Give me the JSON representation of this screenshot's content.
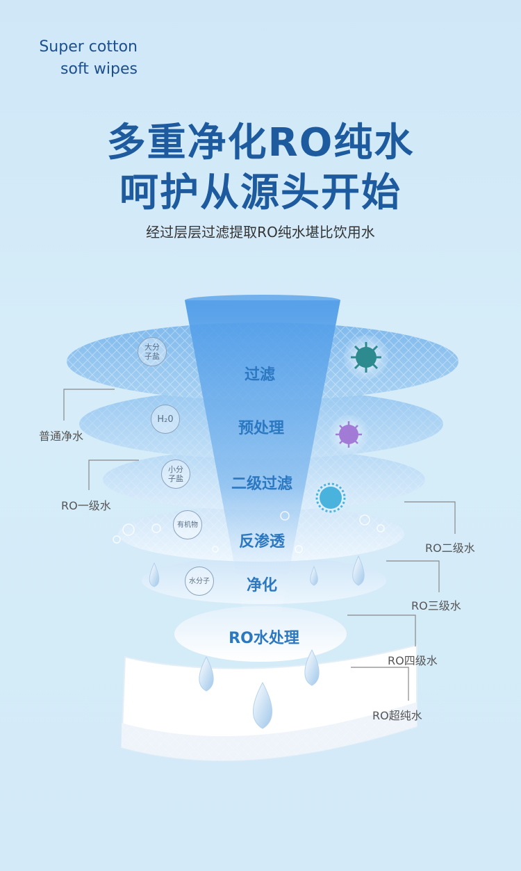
{
  "brand": {
    "line1": "Super cotton",
    "line2": "soft wipes"
  },
  "headline": {
    "line1": "多重净化RO纯水",
    "line2": "呵护从源头开始"
  },
  "subtitle": "经过层层过滤提取RO纯水堪比饮用水",
  "layers": [
    {
      "label": "过滤",
      "badge": "大分\n子盐"
    },
    {
      "label": "预处理",
      "badge": "H₂0"
    },
    {
      "label": "二级过滤",
      "badge": "小分\n子盐"
    },
    {
      "label": "反渗透",
      "badge": "有机物"
    },
    {
      "label": "净化",
      "badge": "水分子"
    },
    {
      "label": "RO水处理",
      "badge": ""
    }
  ],
  "callouts": {
    "c1": "普通净水",
    "c2": "RO一级水",
    "c3": "RO二级水",
    "c4": "RO三级水",
    "c5": "RO四级水",
    "c6": "RO超纯水"
  },
  "colors": {
    "title": "#1d5a9e",
    "layer_label": "#2c78c0",
    "background": "#d3eaf8"
  }
}
